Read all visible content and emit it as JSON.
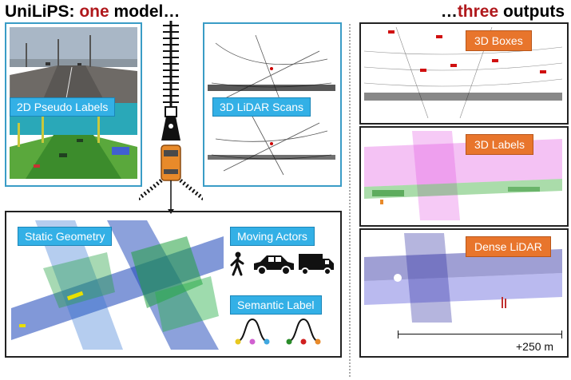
{
  "title_left": {
    "brand": "UniLiPS:",
    "accent": "one",
    "rest": "model…"
  },
  "title_right": {
    "prefix": "…",
    "accent": "three",
    "rest": "outputs"
  },
  "inputs": {
    "pseudo_labels": "2D Pseudo Labels",
    "lidar_scans": "3D LiDAR Scans"
  },
  "model": {
    "static_geometry": "Static Geometry",
    "moving_actors": "Moving Actors",
    "semantic_label": "Semantic Label"
  },
  "outputs": {
    "boxes": "3D Boxes",
    "labels": "3D Labels",
    "dense": "Dense LiDAR"
  },
  "scale_bar": "+250 m",
  "colors": {
    "accent_red": "#b0181c",
    "tag_blue": "#33b0e6",
    "tag_orange": "#e8752c",
    "frame_blue": "#3a9cc6"
  }
}
